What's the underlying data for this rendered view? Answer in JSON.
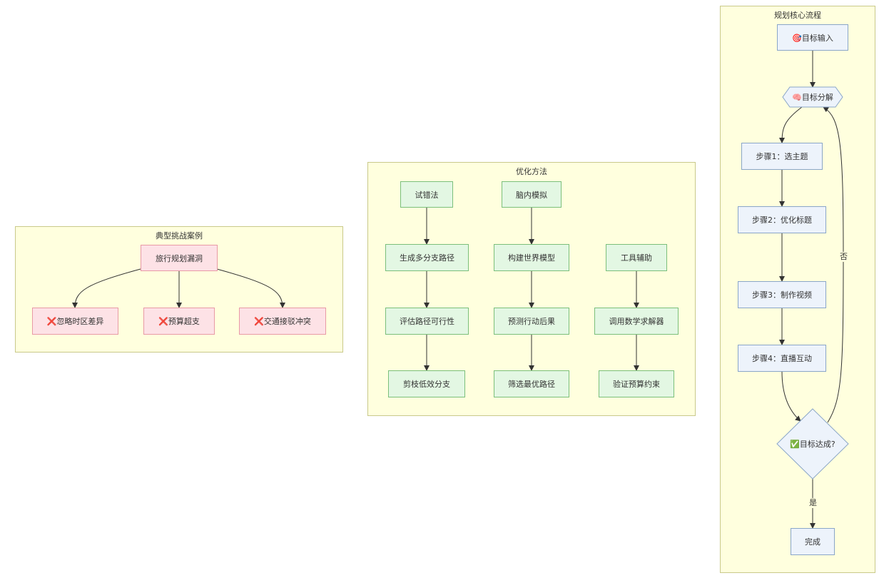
{
  "colors": {
    "cluster_fill": "#ffffde",
    "cluster_border": "#c9c98a",
    "red_fill": "#fde2e6",
    "red_border": "#e89aa6",
    "green_fill": "#e3f7e3",
    "green_border": "#7bbf7b",
    "blue_fill": "#edf3fb",
    "blue_border": "#8aa6c8",
    "edge": "#333333"
  },
  "challenges": {
    "title": "典型挑战案例",
    "root": "旅行规划漏洞",
    "items": [
      "❌忽略时区差异",
      "❌预算超支",
      "❌交通接驳冲突"
    ]
  },
  "optimization": {
    "title": "优化方法",
    "col1": [
      "试错法",
      "生成多分支路径",
      "评估路径可行性",
      "剪枝低效分支"
    ],
    "col2": [
      "脑内模拟",
      "构建世界模型",
      "预测行动后果",
      "筛选最优路径"
    ],
    "col3": [
      "工具辅助",
      "调用数学求解器",
      "验证预算约束"
    ]
  },
  "core": {
    "title": "规划核心流程",
    "goal_input": "🎯目标输入",
    "goal_decompose": "🧠目标分解",
    "steps": [
      "步骤1：选主题",
      "步骤2：优化标题",
      "步骤3：制作视频",
      "步骤4：直播互动"
    ],
    "decision": "✅目标达成?",
    "yes_label": "是",
    "no_label": "否",
    "done": "完成"
  }
}
